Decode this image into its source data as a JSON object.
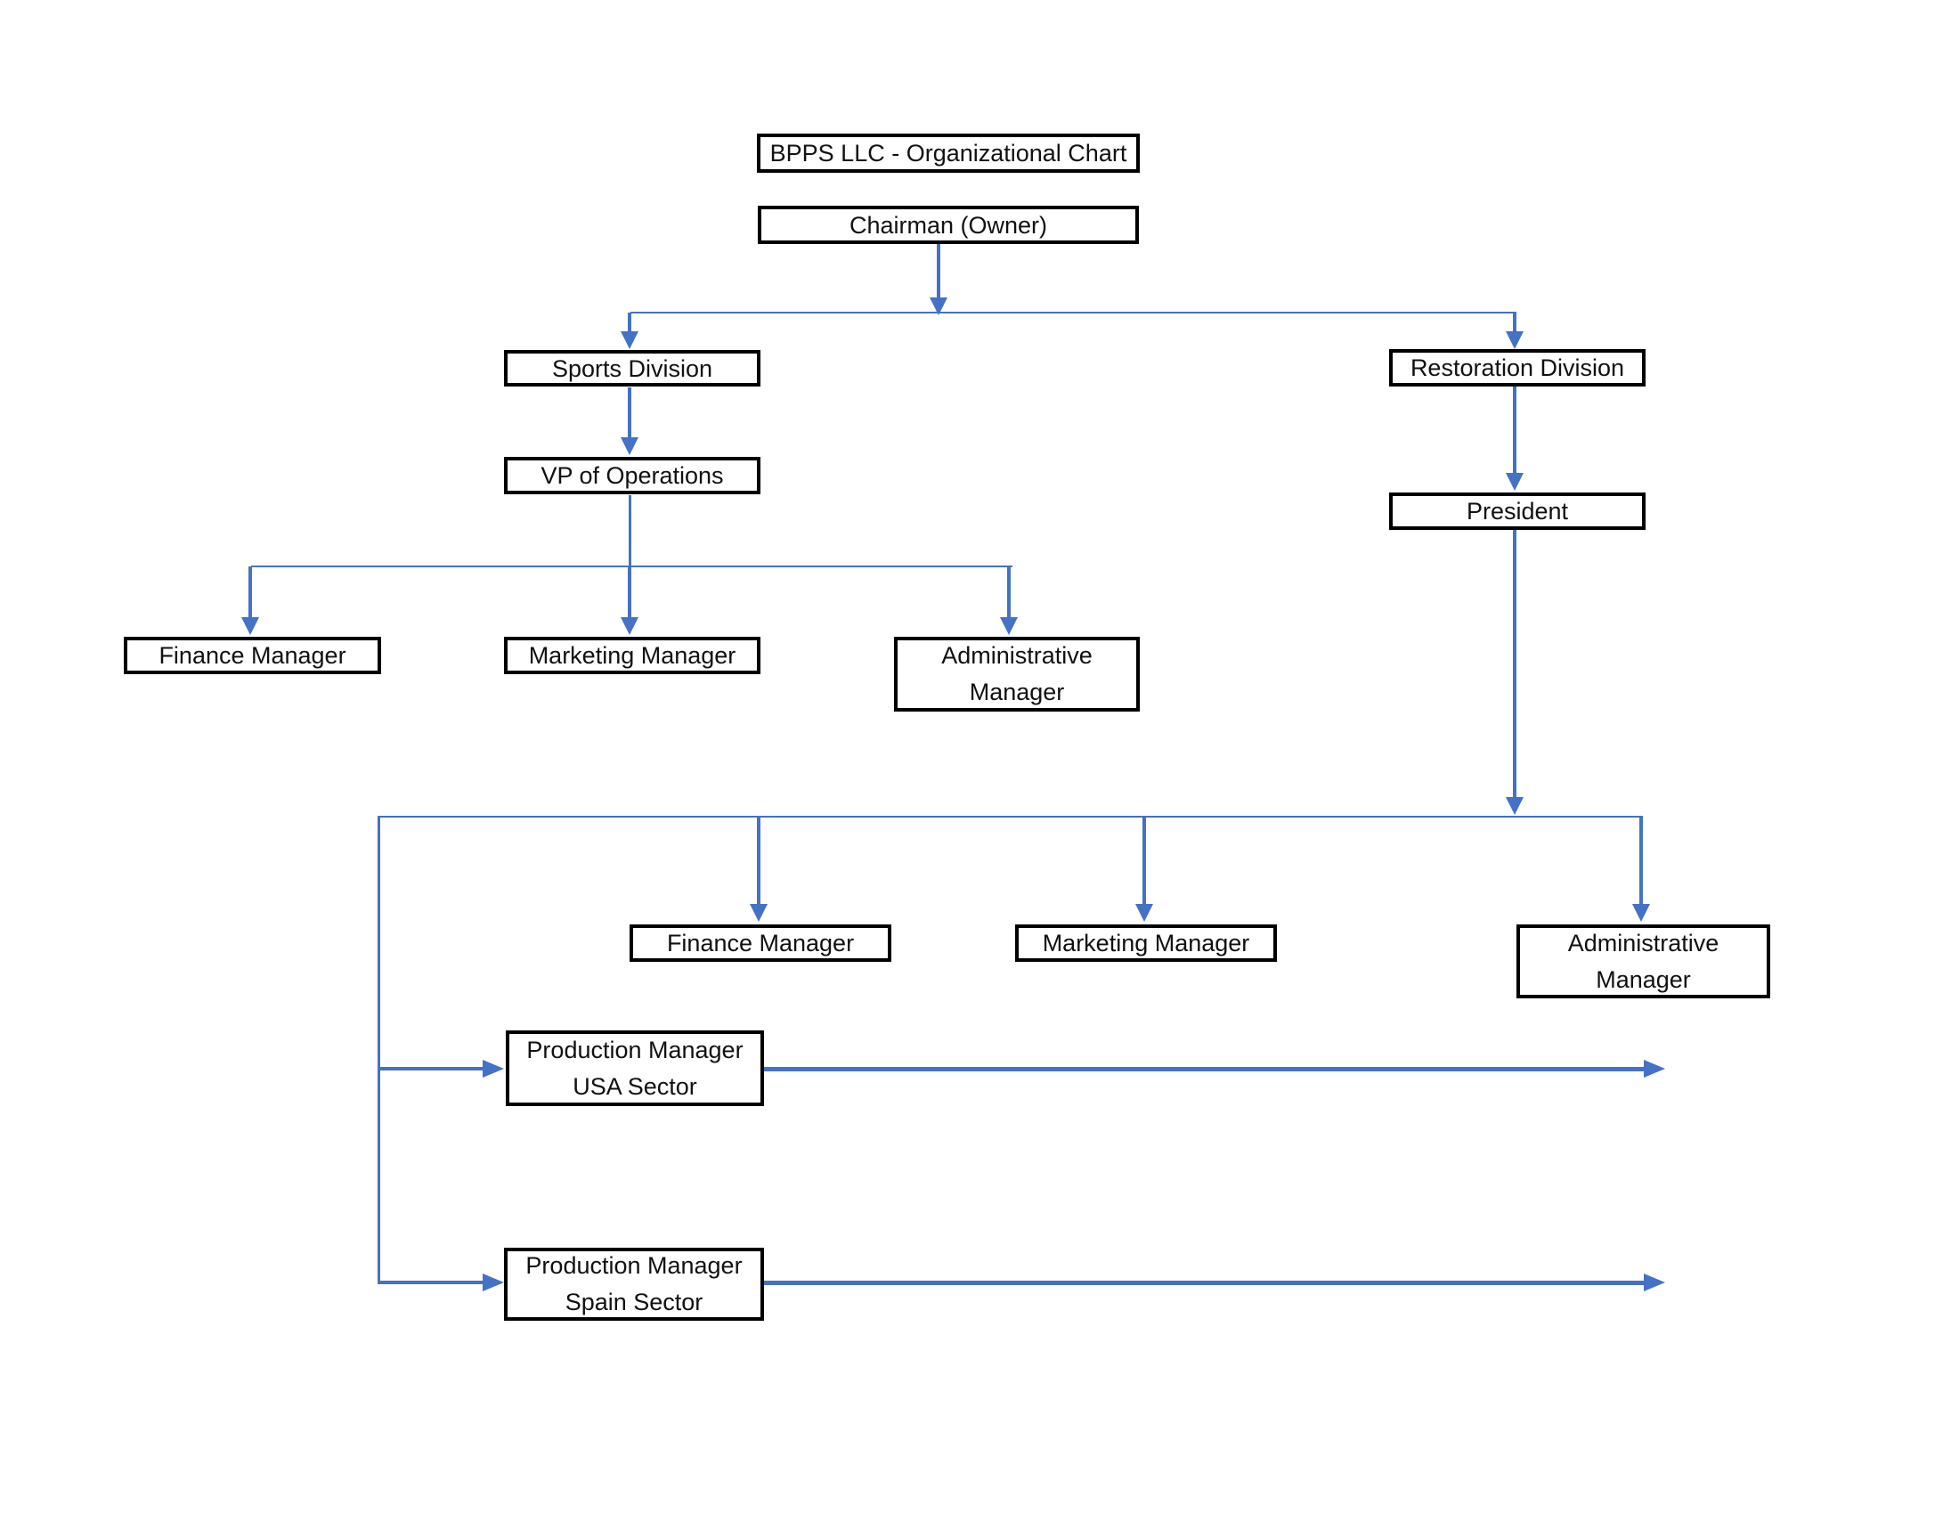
{
  "title": {
    "label": "BPPS LLC - Organizational Chart"
  },
  "nodes": {
    "chairman": {
      "label": "Chairman (Owner)"
    },
    "sports_division": {
      "label": "Sports Division"
    },
    "restoration_division": {
      "label": "Restoration Division"
    },
    "vp_of_operations": {
      "label": "VP of Operations"
    },
    "president": {
      "label": "President"
    },
    "sports_finance_manager": {
      "label": "Finance Manager"
    },
    "sports_marketing_manager": {
      "label": "Marketing Manager"
    },
    "sports_administrative_manager": {
      "line1": "Administrative",
      "line2": "Manager"
    },
    "restoration_finance_manager": {
      "label": "Finance Manager"
    },
    "restoration_marketing_manager": {
      "label": "Marketing Manager"
    },
    "restoration_administrative_manager": {
      "line1": "Administrative",
      "line2": "Manager"
    },
    "production_manager_usa": {
      "line1": "Production Manager",
      "line2": "USA Sector"
    },
    "production_manager_spain": {
      "line1": "Production Manager",
      "line2": "Spain Sector"
    }
  },
  "colors": {
    "connector_blue": "#4472C4",
    "box_border": "#000000",
    "box_fill": "#FFFFFF",
    "text": "#111111",
    "page_background": "#FFFFFF"
  }
}
